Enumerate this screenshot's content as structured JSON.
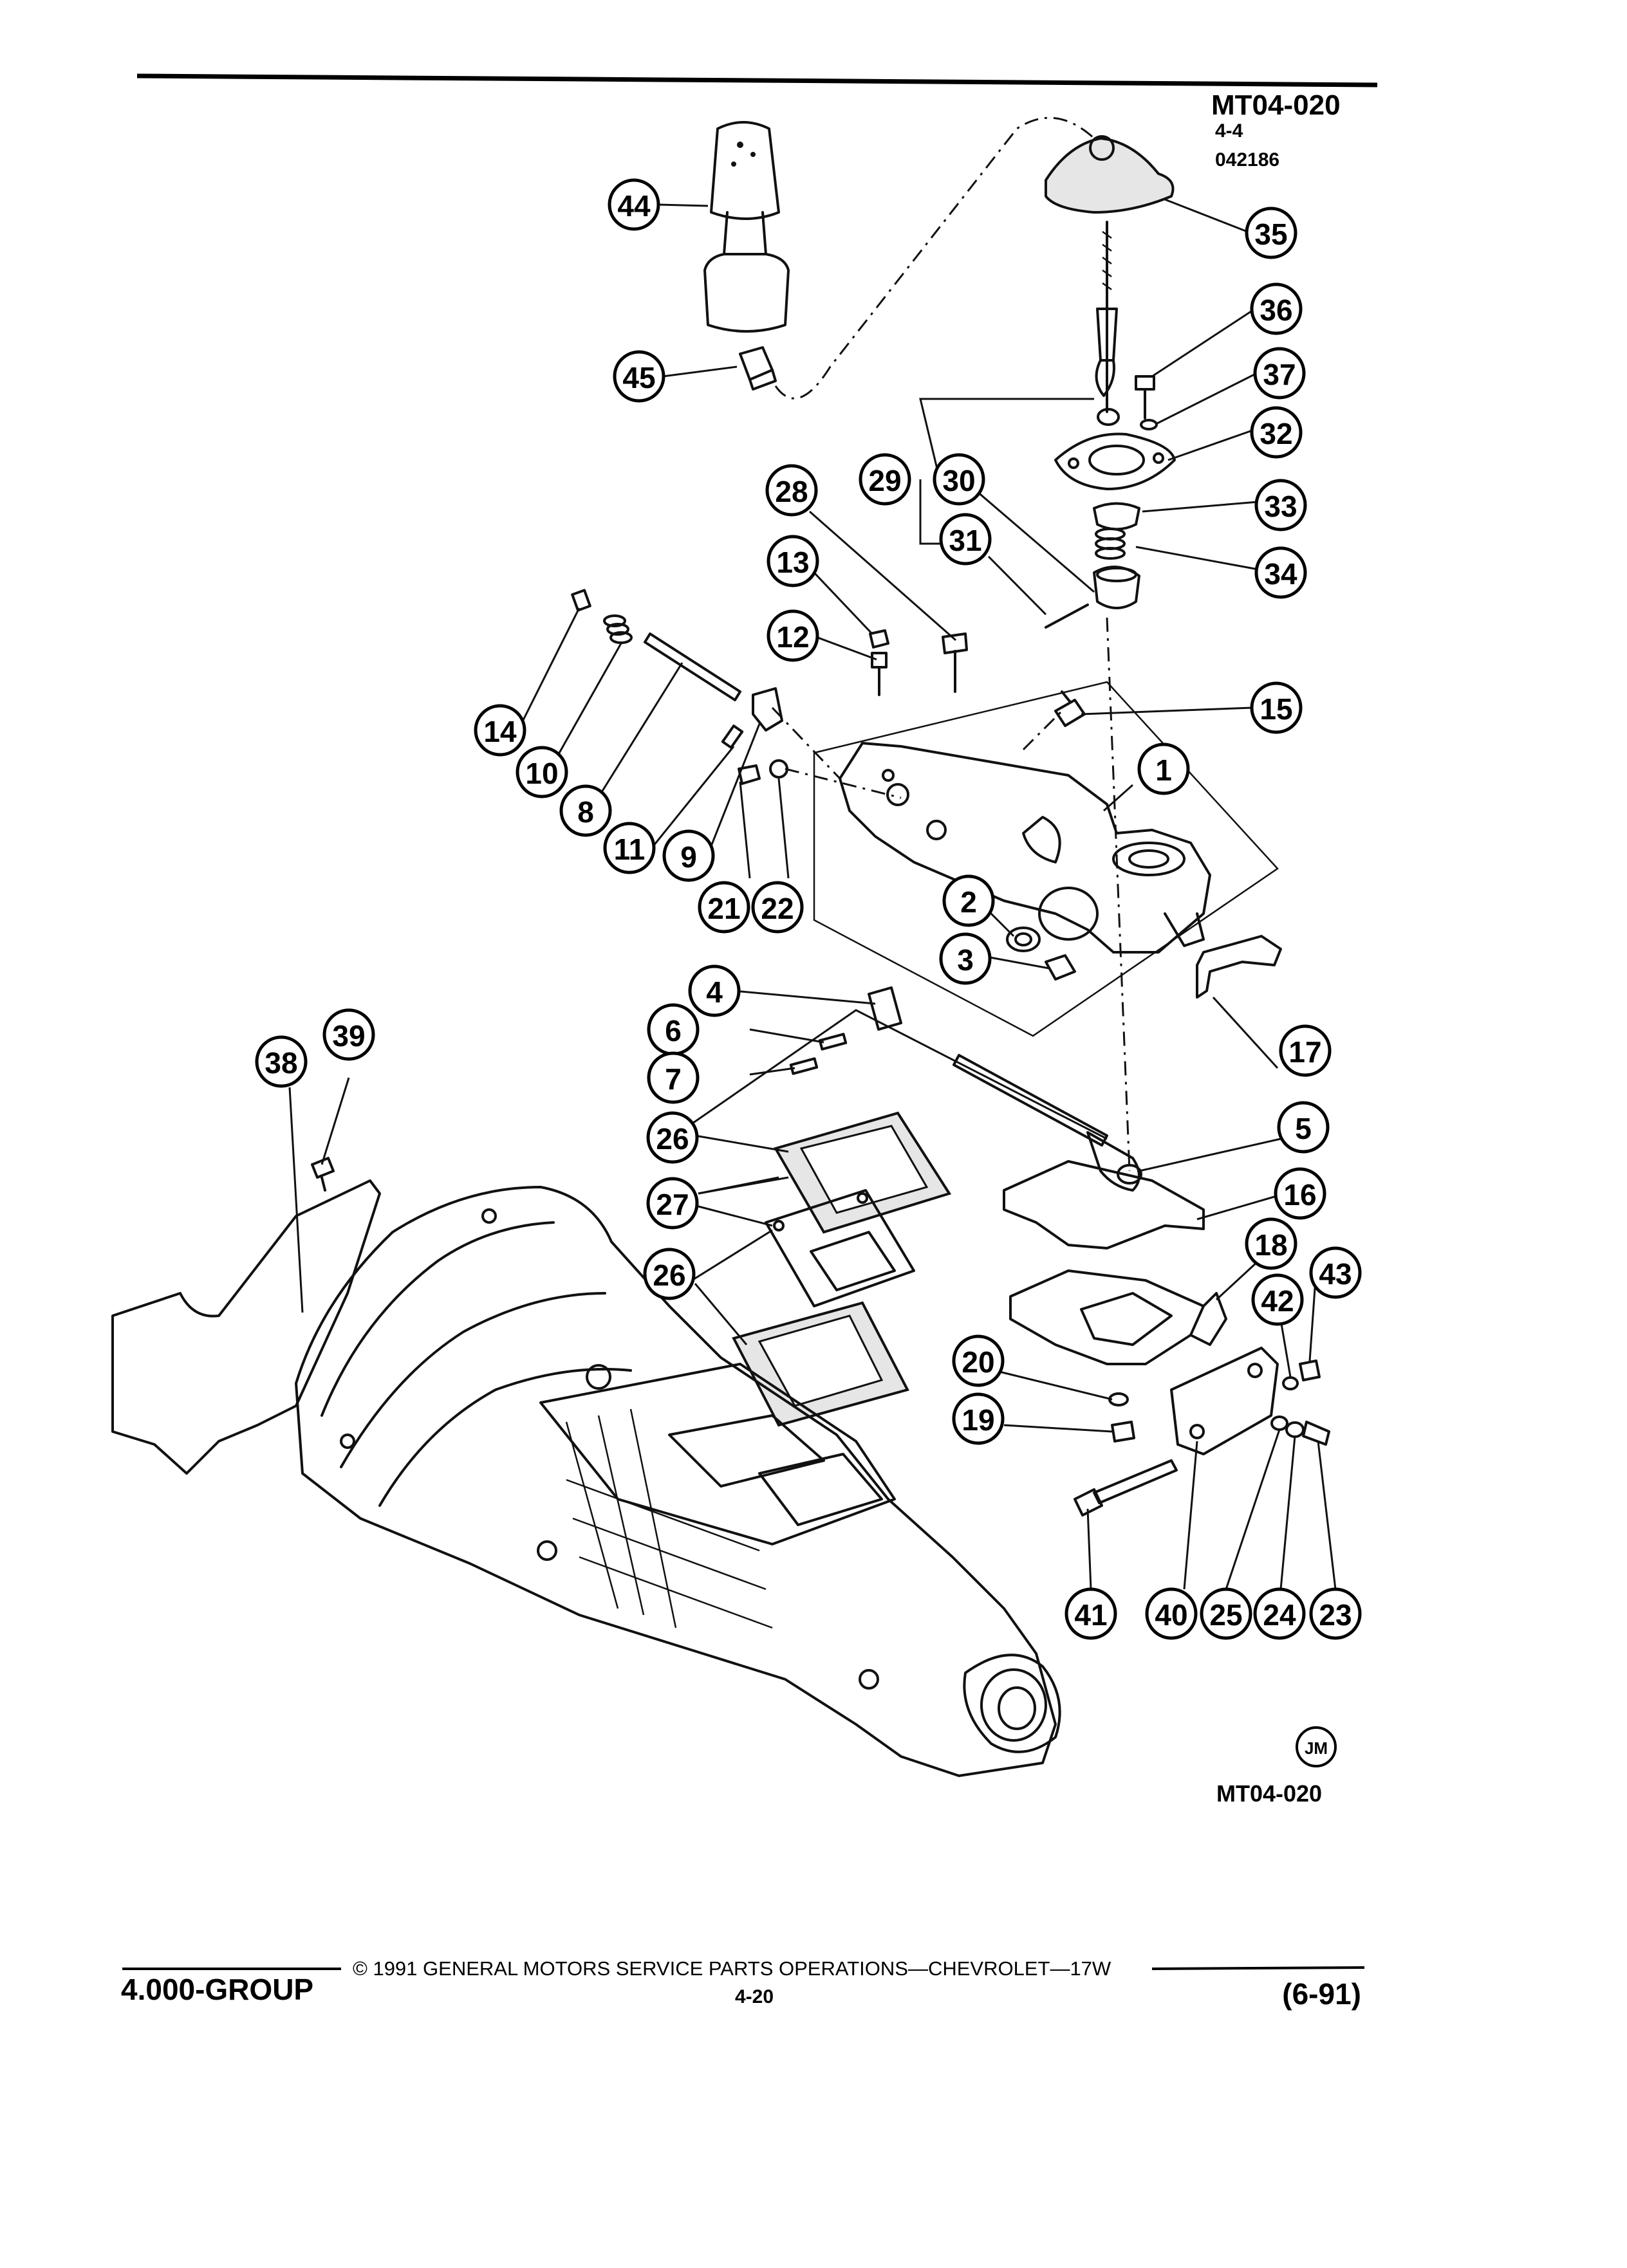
{
  "header": {
    "figure_code": "MT04-020",
    "sub_code_1": "4-4",
    "sub_code_2": "042186"
  },
  "figure": {
    "code_bottom": "MT04-020",
    "artist_mark": "JM"
  },
  "callouts": [
    "1",
    "2",
    "3",
    "4",
    "5",
    "6",
    "7",
    "8",
    "9",
    "10",
    "11",
    "12",
    "13",
    "14",
    "15",
    "16",
    "17",
    "18",
    "19",
    "20",
    "21",
    "22",
    "23",
    "24",
    "25",
    "26",
    "26",
    "27",
    "28",
    "29",
    "30",
    "31",
    "32",
    "33",
    "34",
    "35",
    "36",
    "37",
    "38",
    "39",
    "40",
    "41",
    "42",
    "43",
    "44",
    "45"
  ],
  "footer": {
    "group": "4.000-GROUP",
    "copyright": "© 1991  GENERAL MOTORS SERVICE PARTS OPERATIONS—CHEVROLET—17W",
    "page": "4-20",
    "revision": "(6-91)"
  }
}
